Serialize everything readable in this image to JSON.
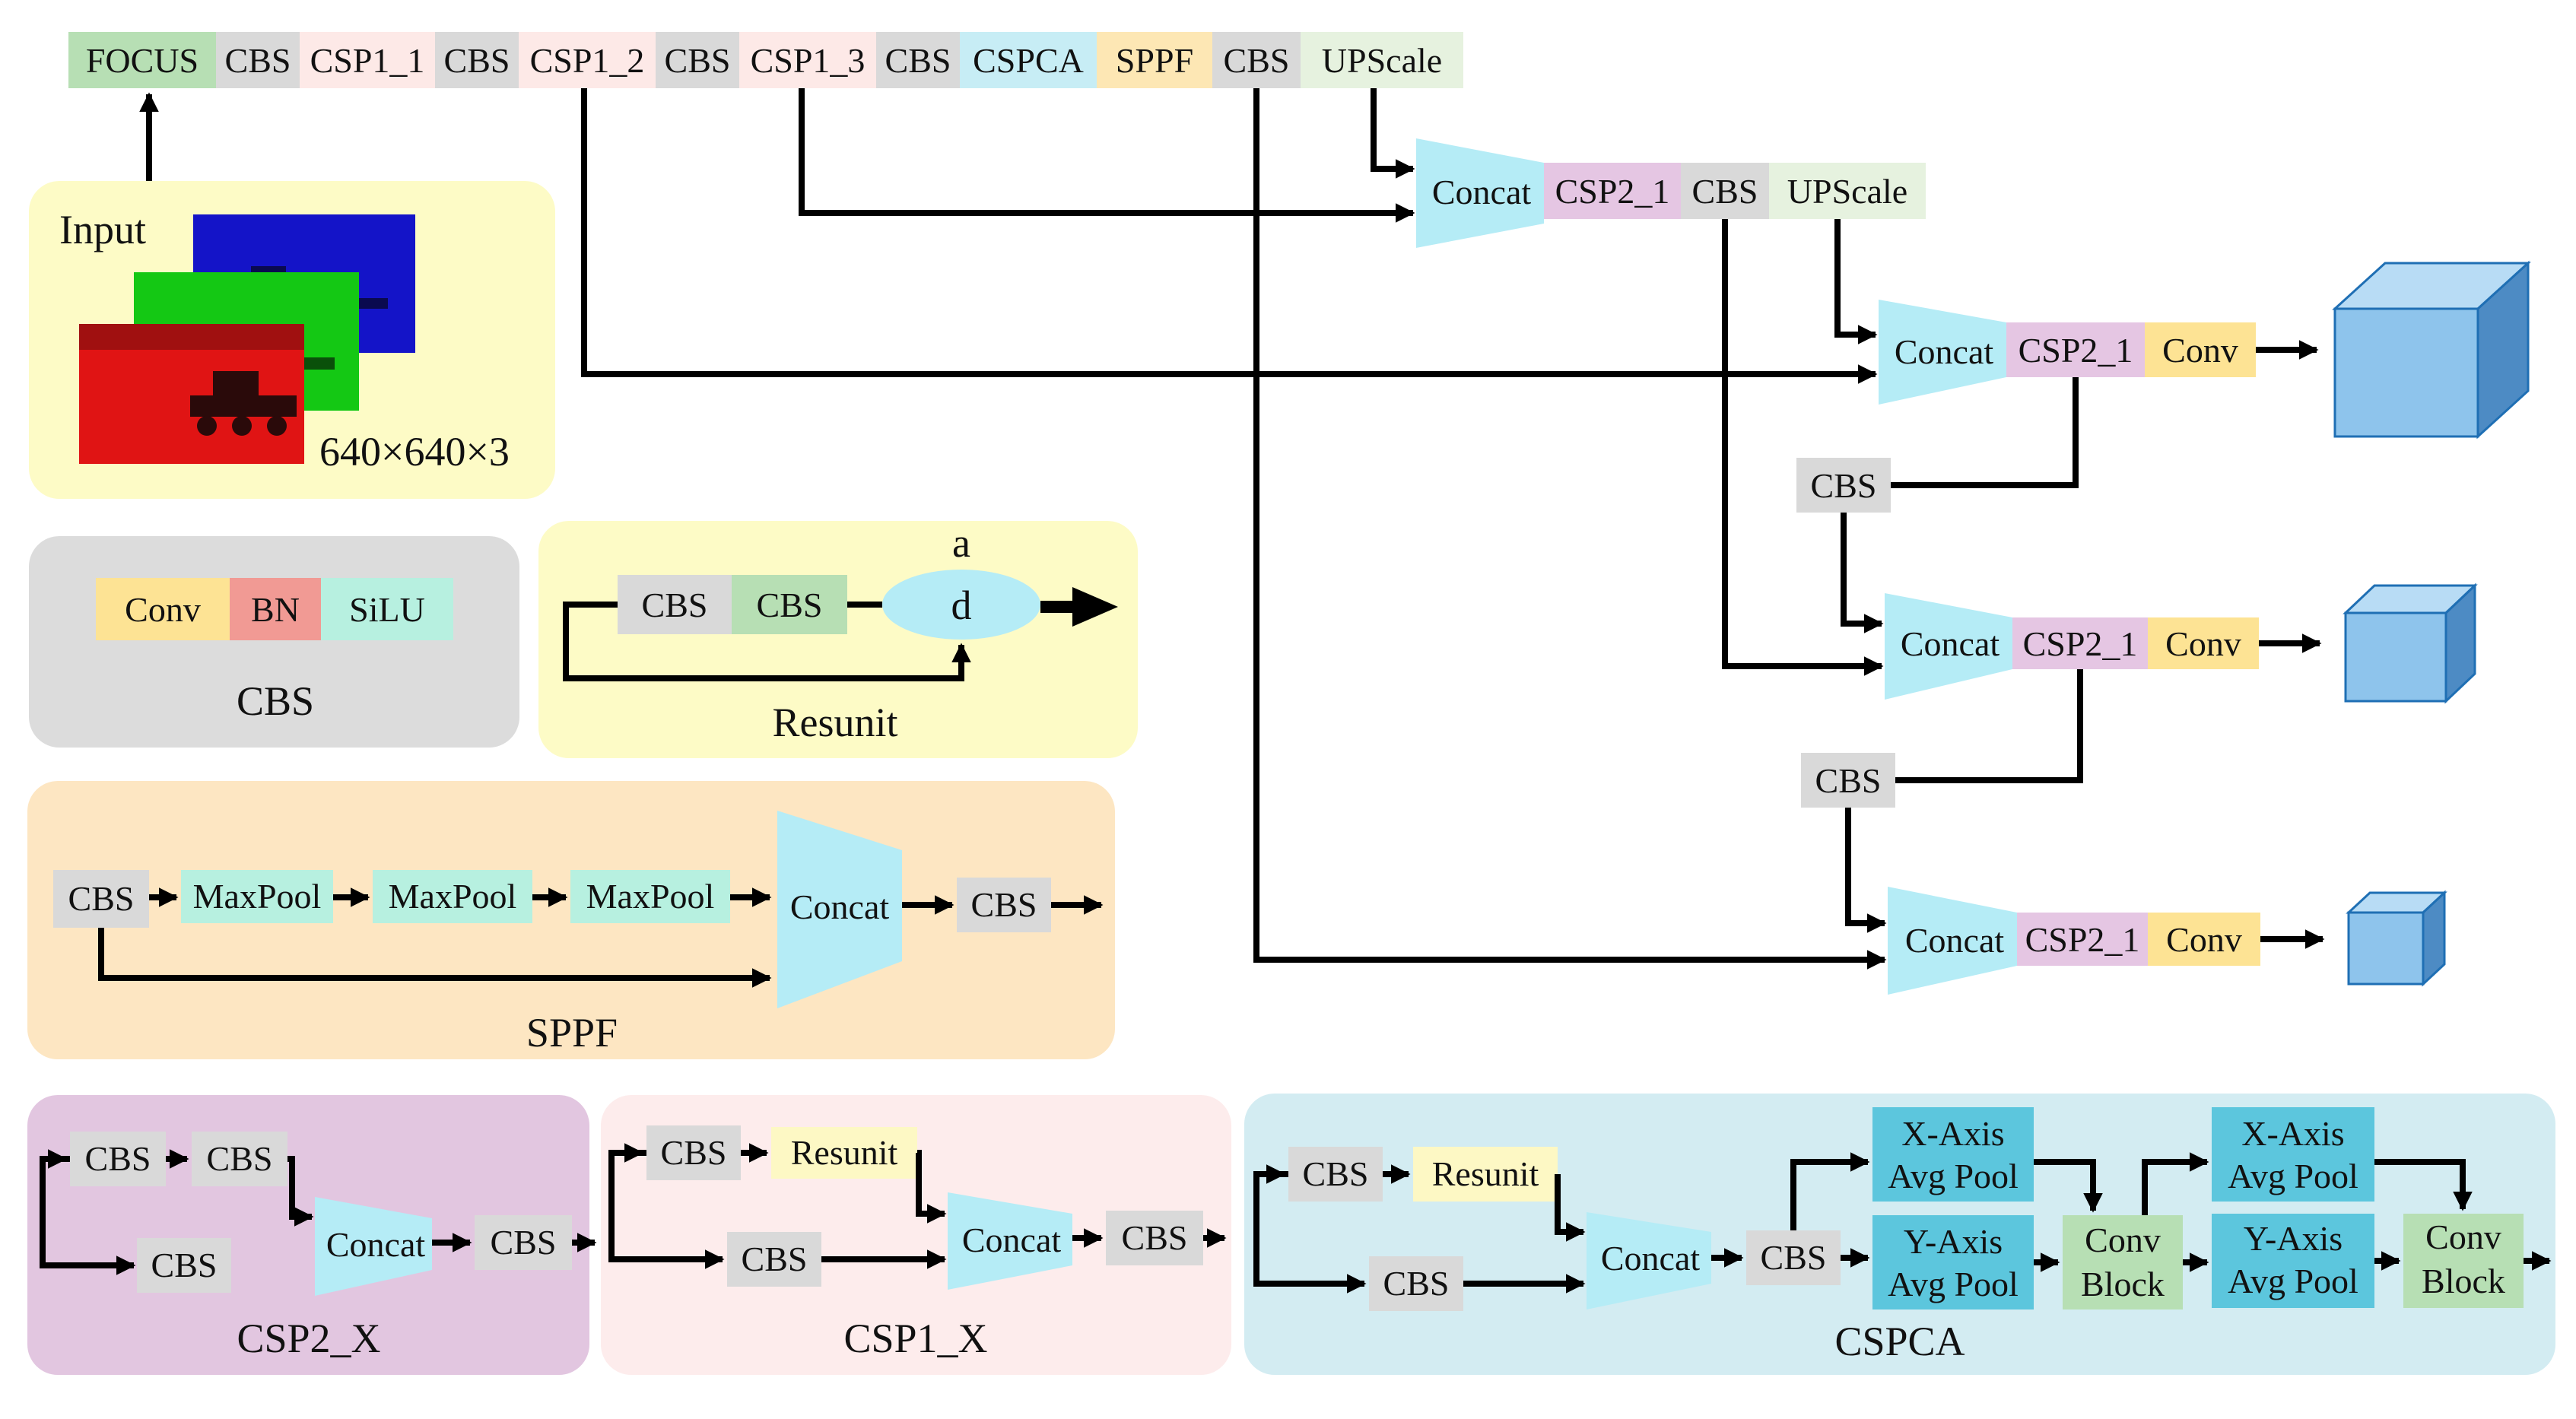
{
  "colors": {
    "focus": "#b7dfb4",
    "cbs": "#d9d9d9",
    "csp1": "#fde9e7",
    "cspca": "#c7edf5",
    "sppf": "#fde7b4",
    "upscale": "#e6f2df",
    "concat": "#b5ecf6",
    "csp2": "#e5c6e3",
    "conv": "#fde394",
    "bn": "#f19a94",
    "silu": "#b7f0e0",
    "maxpool": "#b7f0e0",
    "resunit": "#fdf8c4",
    "axispool": "#5cc6dd",
    "convblock": "#b7dfb4",
    "panel_input": "#fdfbc6",
    "panel_cbs": "#dcdcdc",
    "panel_resunit": "#fdfbc6",
    "panel_sppf": "#fde6c2",
    "panel_csp2": "#e2c6e0",
    "panel_csp1": "#fdecec",
    "panel_cspca": "#d3ecf2",
    "cube_front": "#8ec4ec",
    "cube_top": "#b8dcf5",
    "cube_side": "#4d8bc4"
  },
  "backbone": {
    "focus": "FOCUS",
    "cbs": "CBS",
    "csp1_1": "CSP1_1",
    "csp1_2": "CSP1_2",
    "csp1_3": "CSP1_3",
    "cspca": "CSPCA",
    "sppf": "SPPF",
    "upscale": "UPScale"
  },
  "neck": {
    "concat": "Concat",
    "csp2_1": "CSP2_1",
    "cbs": "CBS",
    "upscale": "UPScale",
    "conv": "Conv"
  },
  "input": {
    "title": "Input",
    "size": "640×640×3"
  },
  "cbs_module": {
    "conv": "Conv",
    "bn": "BN",
    "silu": "SiLU",
    "title": "CBS"
  },
  "resunit_module": {
    "cbs": "CBS",
    "add_top": "a",
    "add_mid": "d",
    "title": "Resunit"
  },
  "sppf_module": {
    "cbs": "CBS",
    "maxpool": "MaxPool",
    "concat": "Concat",
    "title": "SPPF"
  },
  "csp2_module": {
    "cbs": "CBS",
    "concat": "Concat",
    "title": "CSP2_X"
  },
  "csp1_module": {
    "cbs": "CBS",
    "resunit": "Resunit",
    "concat": "Concat",
    "title": "CSP1_X"
  },
  "cspca_module": {
    "cbs": "CBS",
    "resunit": "Resunit",
    "concat": "Concat",
    "x_pool_1": "X-Axis",
    "x_pool_2": "Avg Pool",
    "y_pool_1": "Y-Axis",
    "y_pool_2": "Avg Pool",
    "conv_block_1": "Conv",
    "conv_block_2": "Block",
    "title": "CSPCA"
  }
}
